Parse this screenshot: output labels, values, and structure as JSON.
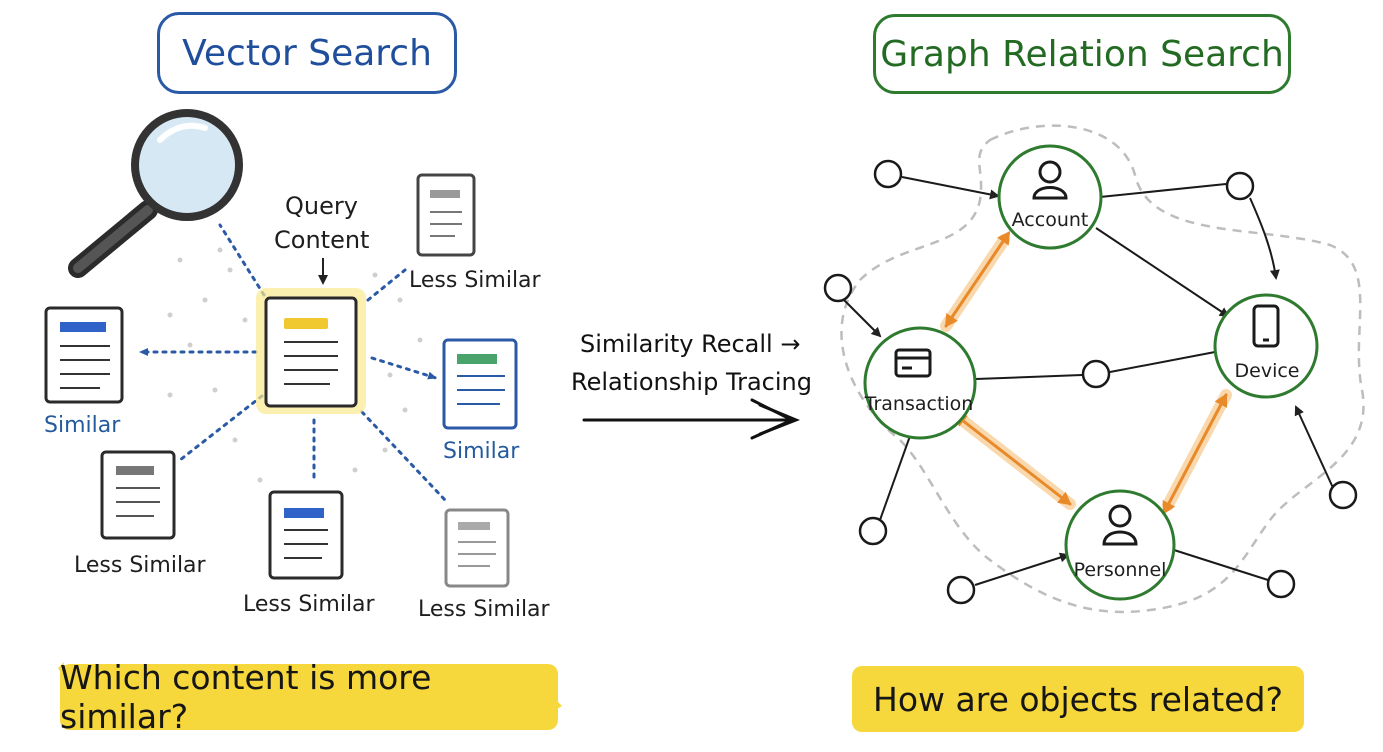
{
  "vector_search": {
    "title": "Vector Search",
    "query_label_line1": "Query",
    "query_label_line2": "Content",
    "labels": {
      "less_similar_top_right": "Less Similar",
      "similar_left": "Similar",
      "similar_right": "Similar",
      "less_similar_bottom_left": "Less Similar",
      "less_similar_bottom_center": "Less Similar",
      "less_similar_bottom_right": "Less Similar"
    },
    "question": "Which content is more similar?"
  },
  "transition": {
    "line1": "Similarity Recall →",
    "line2": "Relationship Tracing"
  },
  "graph_search": {
    "title": "Graph Relation Search",
    "nodes": {
      "account": "Account",
      "device": "Device",
      "transaction": "Transaction",
      "personnel": "Personnel"
    },
    "question": "How are objects related?"
  },
  "colors": {
    "vector_blue": "#2a5aa6",
    "graph_green": "#2e7a2e",
    "query_yellow": "#f2cf3a",
    "relation_orange": "#f0a040",
    "doc_blue_bar": "#2f63c7",
    "doc_green_bar": "#4aa36a",
    "doc_gray_bar": "#8a8a8a"
  },
  "icons": [
    "magnifying-glass-icon",
    "document-icon",
    "person-icon",
    "phone-icon",
    "credit-card-icon"
  ]
}
